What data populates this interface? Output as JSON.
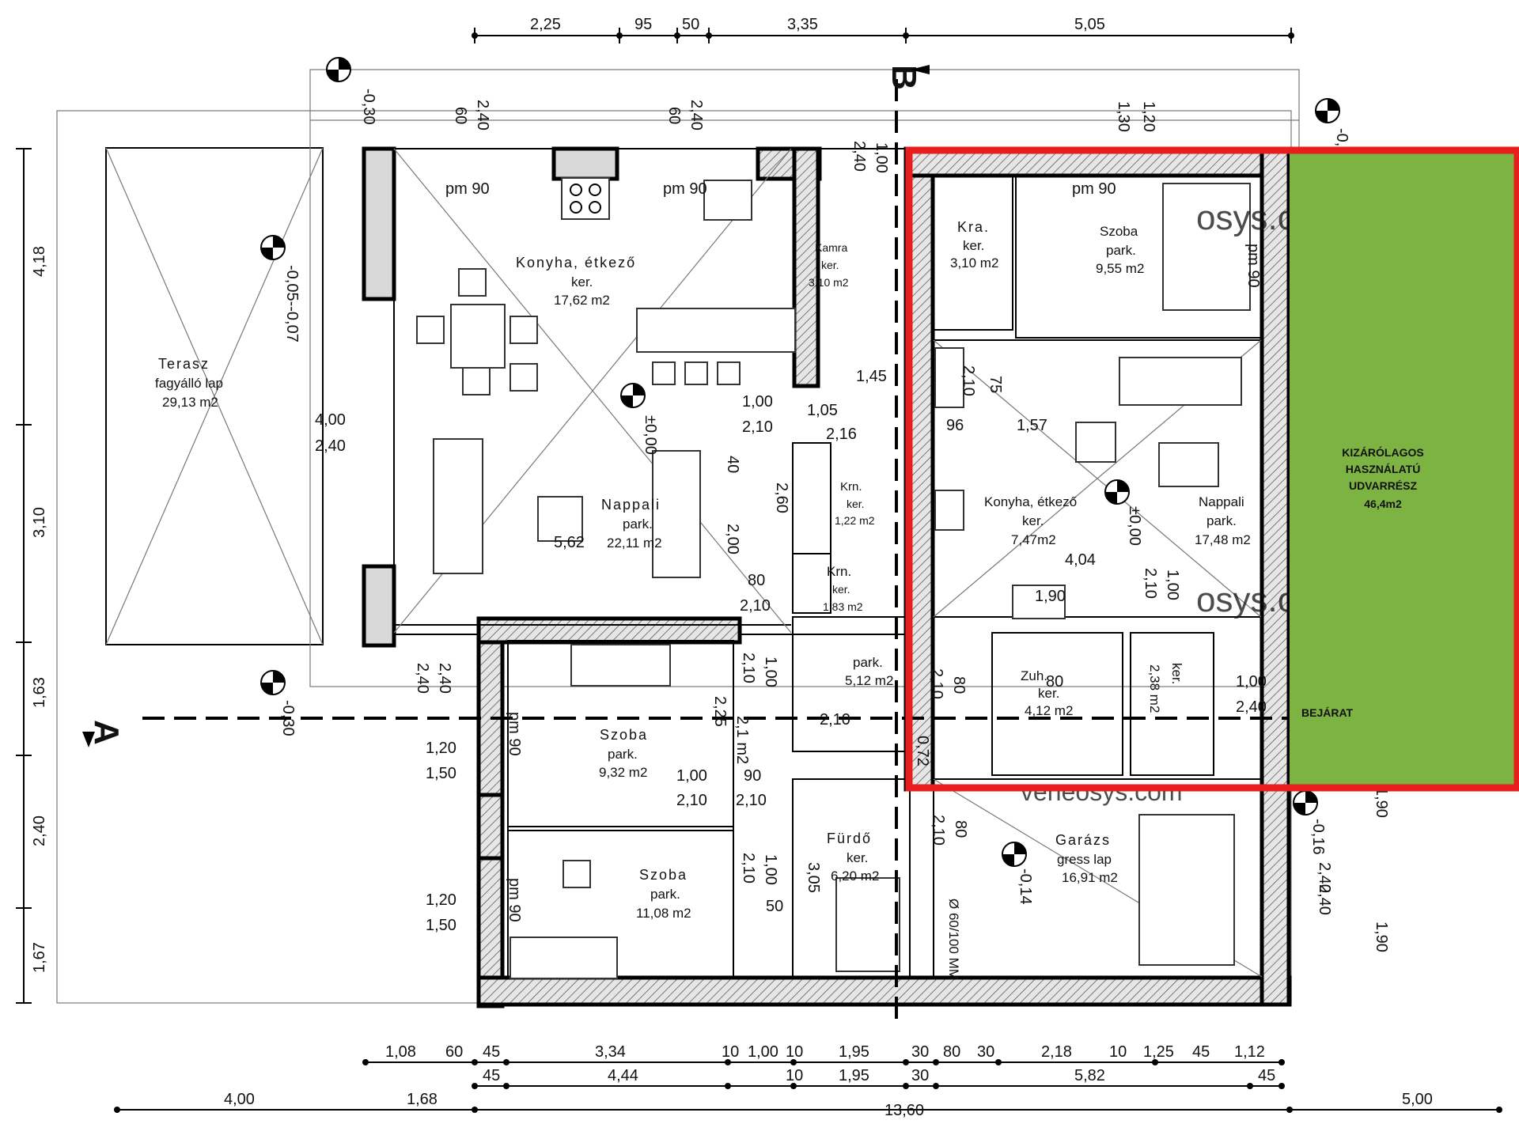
{
  "top_dims": [
    "2,25",
    "95",
    "50",
    "3,35",
    "5,05"
  ],
  "left_dims": [
    "4,18",
    "3,10",
    "1,63",
    "2,40",
    "1,67"
  ],
  "bottom_row1": [
    "1,08",
    "60",
    "45",
    "3,34",
    "10",
    "1,00",
    "10",
    "1,95",
    "30",
    "80",
    "30",
    "2,18",
    "10",
    "1,25",
    "45",
    "1,12"
  ],
  "bottom_row2": [
    "45",
    "4,44",
    "10",
    "1,95",
    "30",
    "5,82",
    "45"
  ],
  "bottom_row3": [
    "4,00",
    "1,68",
    "13,60",
    "5,00"
  ],
  "section_labels": {
    "b": "B",
    "a": "A"
  },
  "levels": {
    "lvl_tl": "-0,30",
    "lvl_terrace": "-0,05--0,07",
    "lvl_left_low": "-0,30",
    "lvl_living": "±0,00",
    "lvl_right_living": "±0,00",
    "lvl_tr": "-0,",
    "lvl_garage": "-0,14",
    "lvl_right_low": "-0,16"
  },
  "rooms": {
    "terasz": {
      "name": "Terasz",
      "material": "fagyálló lap",
      "area": "29,13 m2"
    },
    "konyha_left": {
      "name": "Konyha, étkező",
      "material": "ker.",
      "area": "17,62 m2"
    },
    "kamra": {
      "name": "Kamra",
      "material": "ker.",
      "area": "3,10 m2"
    },
    "nappali_left": {
      "name": "Nappali",
      "material": "park.",
      "area": "22,11 m2"
    },
    "krn1": {
      "name": "Krn.",
      "material": "ker.",
      "area": "1,22 m2"
    },
    "krn2": {
      "name": "Krn.",
      "material": "ker.",
      "area": "1,83 m2"
    },
    "park_hall": {
      "name": "park.",
      "area": "5,12 m2"
    },
    "szoba1": {
      "name": "Szoba",
      "material": "park.",
      "area": "9,32 m2"
    },
    "szoba2": {
      "name": "Szoba",
      "material": "park.",
      "area": "11,08 m2"
    },
    "furdo": {
      "name": "Fürdő",
      "material": "ker.",
      "area": "6,20 m2"
    },
    "kra_right": {
      "name": "Kra.",
      "material": "ker.",
      "area": "3,10 m2"
    },
    "szoba_right": {
      "name": "Szoba",
      "material": "park.",
      "area": "9,55 m2"
    },
    "konyha_right": {
      "name": "Konyha, étkező",
      "material": "ker.",
      "area": "7,47m2"
    },
    "nappali_right": {
      "name": "Nappali",
      "material": "park.",
      "area": "17,48 m2"
    },
    "zuh": {
      "name": "Zuh.",
      "material": "ker.",
      "area": "4,12 m2"
    },
    "ker_small": {
      "name": "ker.",
      "area": "2,38 m2"
    },
    "garazs": {
      "name": "Garázs",
      "material": "gress lap",
      "area": "16,91 m2"
    }
  },
  "annotations": {
    "pm90_a": "pm  90",
    "pm90_b": "pm  90",
    "pm90_c": "pm  90",
    "pm90_d": "pm 90",
    "pm90_e": "pm  90",
    "pm90_f": "pm  90",
    "d_400": "4,00",
    "d_240a": "2,40",
    "d_562": "5,62",
    "d_100a": "1,00",
    "d_210a": "2,10",
    "d_105": "1,05",
    "d_216": "2,16",
    "d_145": "1,45",
    "d_260": "2,60",
    "d_200": "2,00",
    "d_80a": "80",
    "d_210b": "2,10",
    "d_40": "40",
    "d_96": "96",
    "d_157": "1,57",
    "d_75": "75",
    "d_210c": "2,10",
    "d_404": "4,04",
    "d_190": "1,90",
    "d_210d": "2,10",
    "d_100b": "1,00",
    "d_120a": "1,20",
    "d_150a": "1,50",
    "d_120b": "1,20",
    "d_150b": "1,50",
    "d_100c": "1,00",
    "d_210e": "2,10",
    "d_90a": "90",
    "d_210f": "2,10",
    "d_210g": "2,10",
    "d_100d": "1,00",
    "d_50": "50",
    "d_80b": "80",
    "d_210h": "2,10",
    "d_80c": "80",
    "d_210i": "2,10",
    "d_100e": "1,00",
    "d_240b": "2,40",
    "d_190a": "1,90",
    "d_190b": "1,90",
    "d_240c": "2,40",
    "d_240d": "2,40",
    "d_240e": "2,40",
    "d_130": "1,30",
    "d_120c": "1,20",
    "d_60a": "60",
    "d_240f": "2,40",
    "d_60b": "60",
    "d_240g": "2,40",
    "d_100f": "1,00",
    "d_240h": "2,40",
    "d_210j": "2,10",
    "d_00": "1,00",
    "d_072": "0,72",
    "d_305": "3,05",
    "d_chimney": "Ø 60/100 MM",
    "d_240i": "2,40",
    "d_225": "2,25",
    "d_21m2": "2,1 m2",
    "d_80d": "80",
    "d_210k": "2,10"
  },
  "highlight": {
    "title": "KIZÁRÓLAGOS\nHASZNÁLATÚ\nUDVARRÉSZ",
    "area": "46,4m2",
    "entrance": "BEJÁRAT",
    "green": "#7cb342",
    "red": "#e81e1e"
  },
  "green_lines": [
    "KIZÁRÓLAGOS",
    "HASZNÁLATÚ",
    "UDVARRÉSZ"
  ],
  "watermark": "osys.com",
  "watermark2": "veneosys.com"
}
